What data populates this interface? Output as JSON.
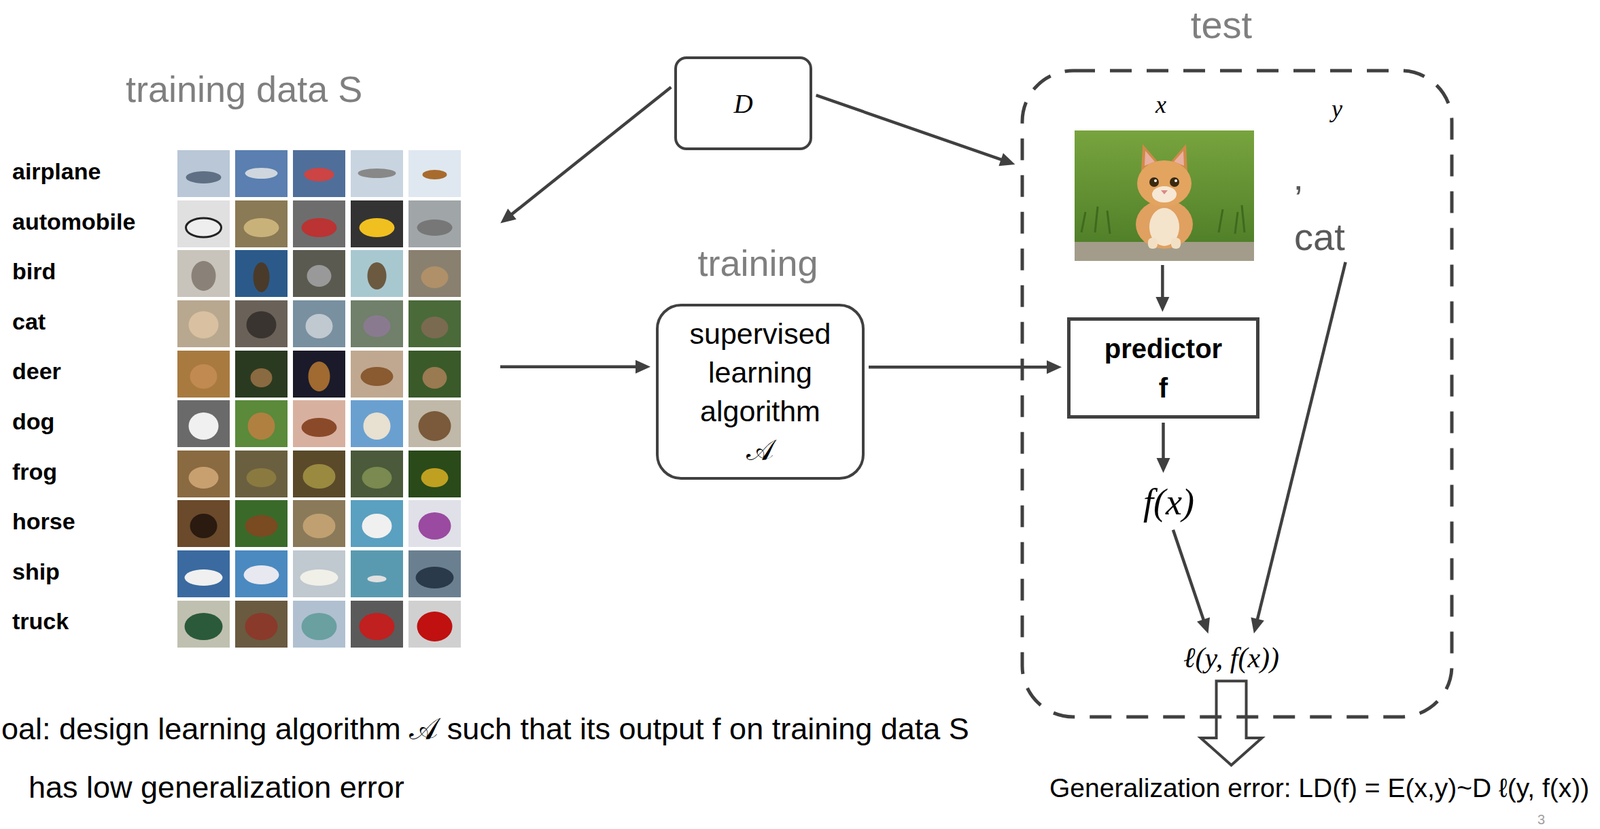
{
  "diagram": {
    "nodes": [
      {
        "text": [
          "training data S",
          "airplane",
          "automobile",
          "bird",
          "cat",
          "deer",
          "dog",
          "frog",
          "horse",
          "ship",
          "truck"
        ]
      },
      {
        "text": [
          "D"
        ]
      },
      {
        "text": [
          "training",
          "supervised learning algorithm 𝒜"
        ]
      },
      {
        "text": [
          "test"
        ]
      },
      {
        "text": [
          "x"
        ],
        "in": 3
      },
      {
        "text": [
          "y",
          "’ cat"
        ],
        "in": 3
      },
      {
        "text": [
          "predictor f"
        ],
        "in": 3
      },
      {
        "text": [
          "f(x)"
        ],
        "in": 3
      },
      {
        "text": [
          "ℓ(y, f(x))"
        ],
        "in": 3
      },
      {
        "text": [
          "Generalization error: LD(f) = E(x,y)~D ℓ(y, f(x))"
        ]
      }
    ],
    "edges": [
      {
        "from": 1,
        "to": 0,
        "arrow": "to"
      },
      {
        "from": 1,
        "to": 3,
        "arrow": "to"
      },
      {
        "from": 0,
        "to": 2,
        "arrow": "to"
      },
      {
        "from": 2,
        "to": 6,
        "arrow": "to"
      },
      {
        "from": 4,
        "to": 6,
        "arrow": "to"
      },
      {
        "from": 6,
        "to": 7,
        "arrow": "to"
      },
      {
        "from": 7,
        "to": 8,
        "arrow": "to"
      },
      {
        "from": 5,
        "to": 8,
        "arrow": "to"
      },
      {
        "from": 8,
        "to": 9,
        "arrow": "to"
      }
    ],
    "labels": [
      "oal: design learning algorithm 𝒜 such that its output f on training data S has low generalization error",
      "3"
    ]
  }
}
